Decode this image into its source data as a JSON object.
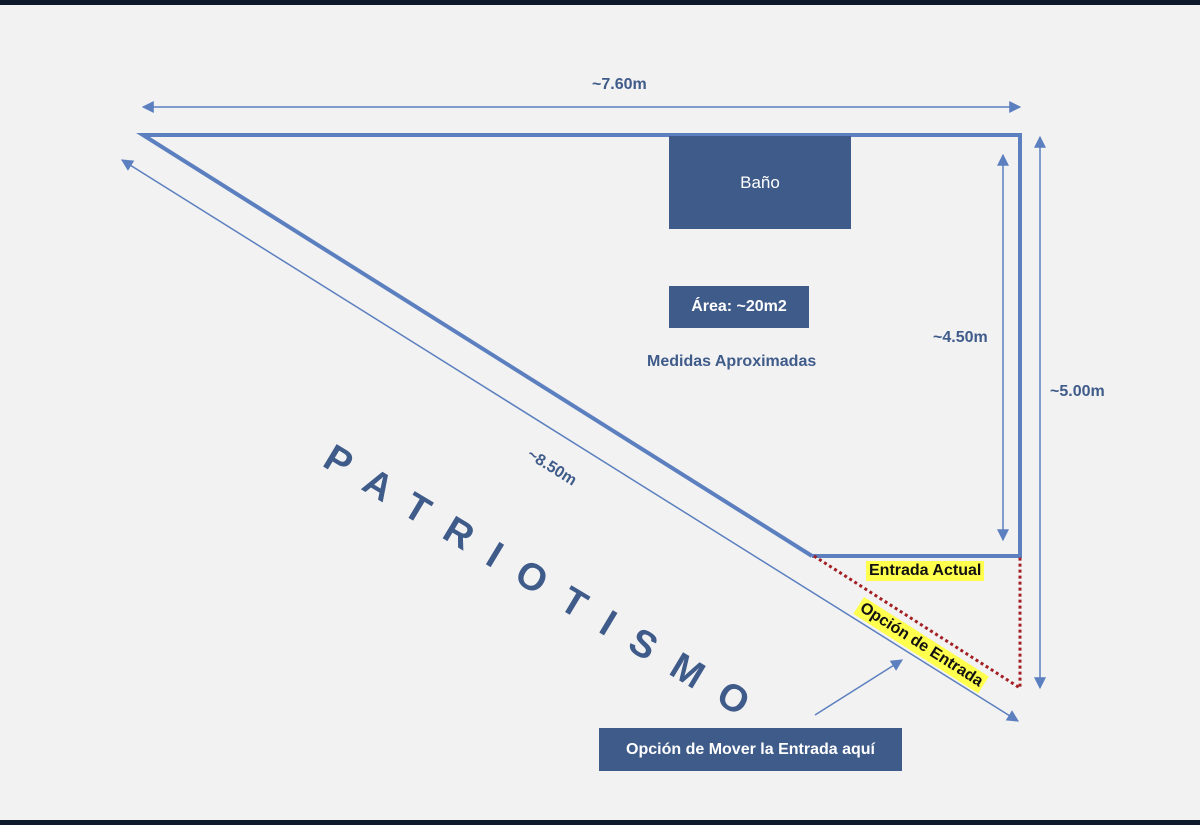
{
  "labels": {
    "top_dimension": "~7.60m",
    "inner_right_dimension": "~4.50m",
    "outer_right_dimension": "~5.00m",
    "diagonal_dimension": "~8.50m",
    "measures_note": "Medidas Aproximadas"
  },
  "rooms": {
    "bathroom": "Baño",
    "area": "Área: ~20m2"
  },
  "street_name": "PATRIOTISMO",
  "entrances": {
    "current": "Entrada Actual",
    "option": "Opción de Entrada"
  },
  "callout": "Opción de Mover la Entrada aquí",
  "colors": {
    "wall": "#5b7fbf",
    "label": "#3f5b8a",
    "box_fill": "#3f5b8a",
    "highlight": "#ffff4d",
    "dotted_entrance": "#a31f24",
    "background": "#f2f2f2",
    "frame": "#0e1a2b"
  }
}
